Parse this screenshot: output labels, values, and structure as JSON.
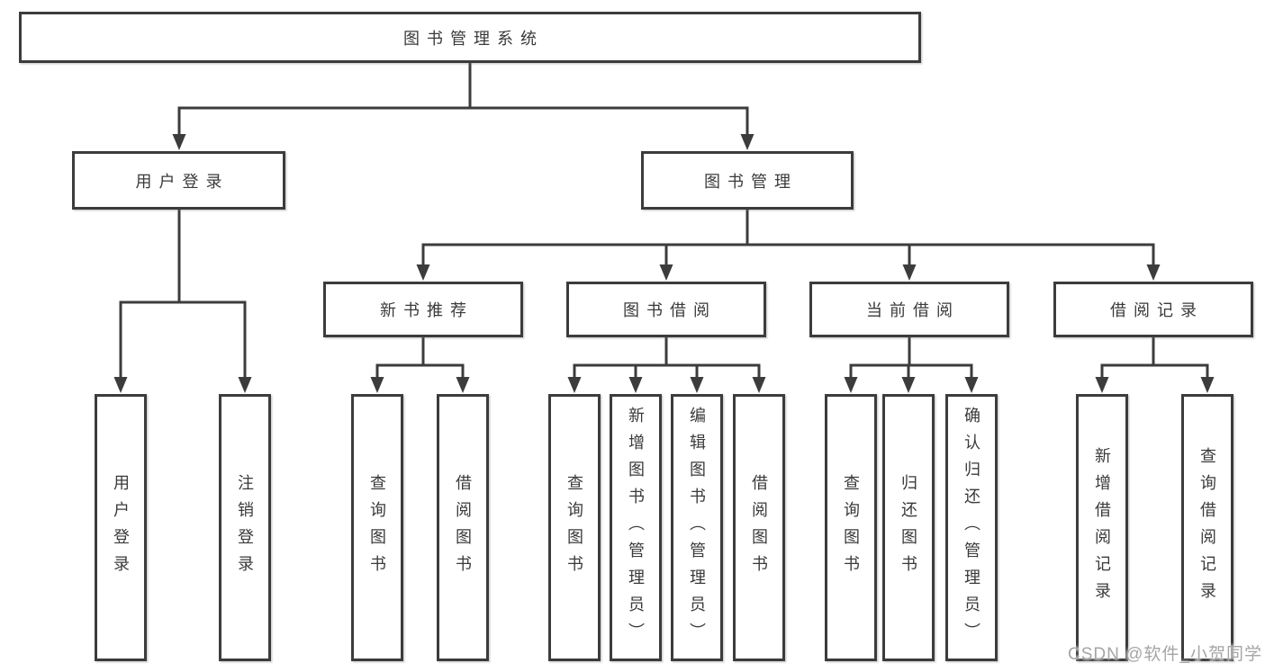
{
  "diagram": {
    "type": "hierarchy-tree",
    "line_color": "#3c3c3c",
    "text_color": "#3a3a3a",
    "background": "#ffffff",
    "tree": {
      "label": "图书管理系统",
      "children": [
        {
          "label": "用户登录",
          "children": [
            {
              "label": "用户登录"
            },
            {
              "label": "注销登录"
            }
          ]
        },
        {
          "label": "图书管理",
          "children": [
            {
              "label": "新书推荐",
              "children": [
                {
                  "label": "查询图书"
                },
                {
                  "label": "借阅图书"
                }
              ]
            },
            {
              "label": "图书借阅",
              "children": [
                {
                  "label": "查询图书"
                },
                {
                  "label": "新增图书（管理员）"
                },
                {
                  "label": "编辑图书（管理员）"
                },
                {
                  "label": "借阅图书"
                }
              ]
            },
            {
              "label": "当前借阅",
              "children": [
                {
                  "label": "查询图书"
                },
                {
                  "label": "归还图书"
                },
                {
                  "label": "确认归还（管理员）"
                }
              ]
            },
            {
              "label": "借阅记录",
              "children": [
                {
                  "label": "新增借阅记录"
                },
                {
                  "label": "查询借阅记录"
                }
              ]
            }
          ]
        }
      ]
    }
  },
  "watermark": {
    "text": "CSDN @软件_小贺同学",
    "color": "#a5a5a5"
  }
}
